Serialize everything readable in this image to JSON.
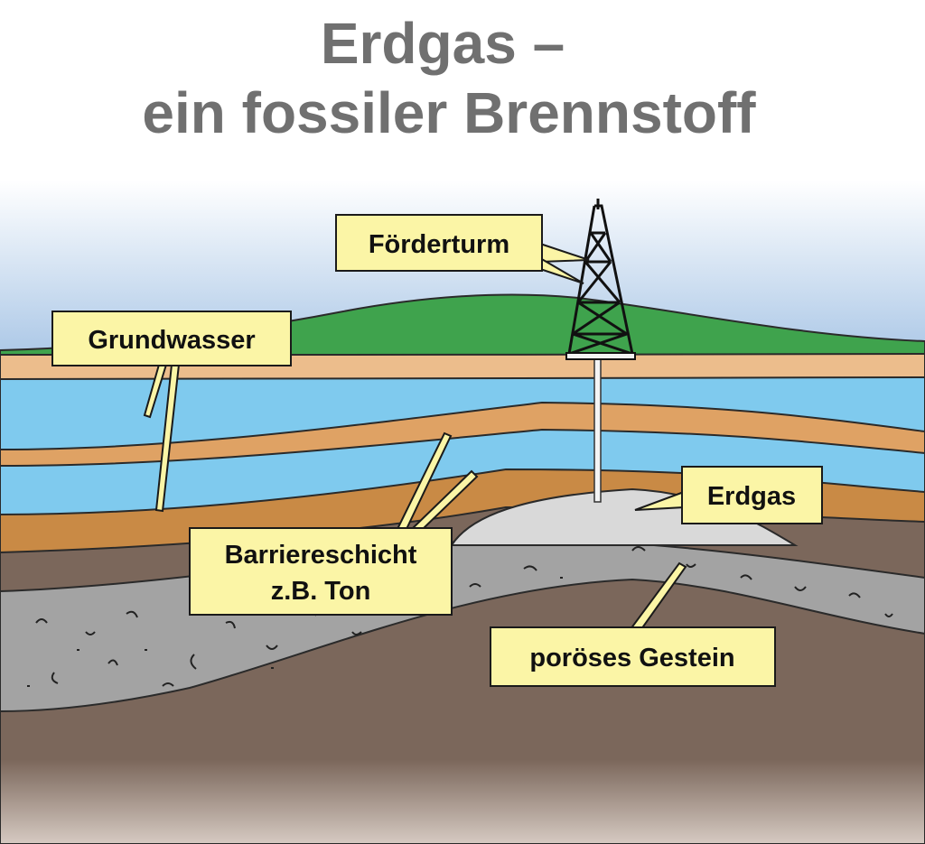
{
  "title": {
    "line1": "Erdgas –",
    "line2": "ein fossiler Brennstoff"
  },
  "labels": {
    "tower": "Förderturm",
    "groundwater": "Grundwasser",
    "gas": "Erdgas",
    "barrier_line1": "Barriereschicht",
    "barrier_line2": "z.B. Ton",
    "porous": "poröses Gestein"
  },
  "colors": {
    "sky": "#b3cde8",
    "hill": "#3fa34d",
    "sand": "#ecbd8c",
    "water": "#7fcaee",
    "clay": "#dfa264",
    "clay_dark": "#c98a45",
    "rock": "#7b675b",
    "porous": "#a3a3a3",
    "gas": "#d9d9d9",
    "label_bg": "#fbf5a6"
  }
}
